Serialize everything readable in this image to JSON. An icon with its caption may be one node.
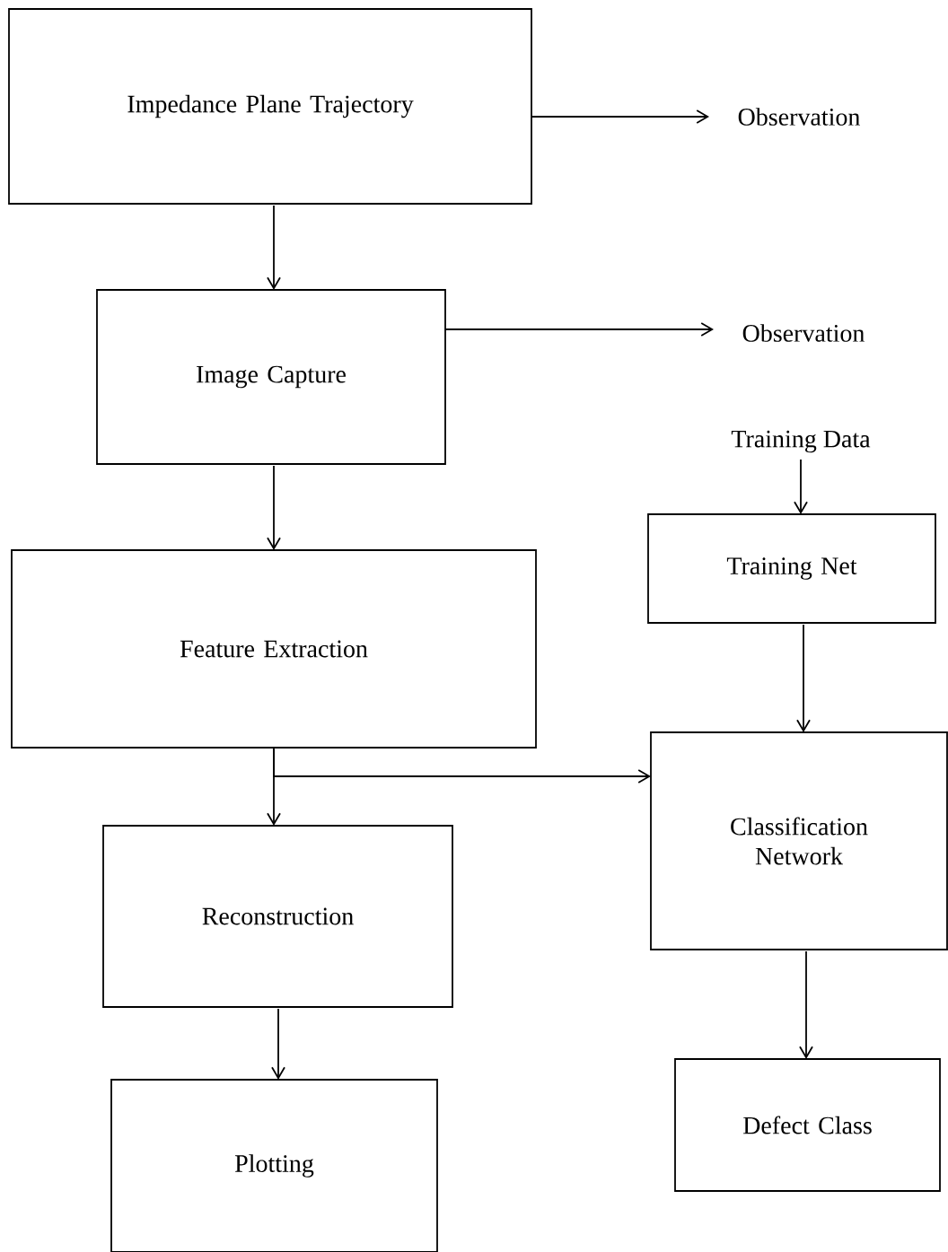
{
  "diagram": {
    "nodes": [
      {
        "text": [
          "Impedance Plane Trajectory"
        ]
      },
      {
        "text": [
          "Observation"
        ]
      },
      {
        "text": [
          "Image Capture"
        ]
      },
      {
        "text": [
          "Observation"
        ]
      },
      {
        "text": [
          "Training Data"
        ]
      },
      {
        "text": [
          "Feature Extraction"
        ]
      },
      {
        "text": [
          "Training Net"
        ]
      },
      {
        "text": [
          "Classification Network"
        ]
      },
      {
        "text": [
          "Reconstruction"
        ]
      },
      {
        "text": [
          "Defect Class"
        ]
      },
      {
        "text": [
          "Plotting"
        ]
      }
    ],
    "edges": [
      {
        "from": 0,
        "to": 1,
        "arrow": "to"
      },
      {
        "from": 0,
        "to": 2,
        "arrow": "to"
      },
      {
        "from": 2,
        "to": 3,
        "arrow": "to"
      },
      {
        "from": 2,
        "to": 5,
        "arrow": "to"
      },
      {
        "from": 4,
        "to": 6,
        "arrow": "to"
      },
      {
        "from": 5,
        "to": 8,
        "arrow": "to"
      },
      {
        "from": 5,
        "to": 7,
        "arrow": "to"
      },
      {
        "from": 6,
        "to": 7,
        "arrow": "to"
      },
      {
        "from": 7,
        "to": 9,
        "arrow": "to"
      },
      {
        "from": 8,
        "to": 10,
        "arrow": "to"
      }
    ]
  }
}
